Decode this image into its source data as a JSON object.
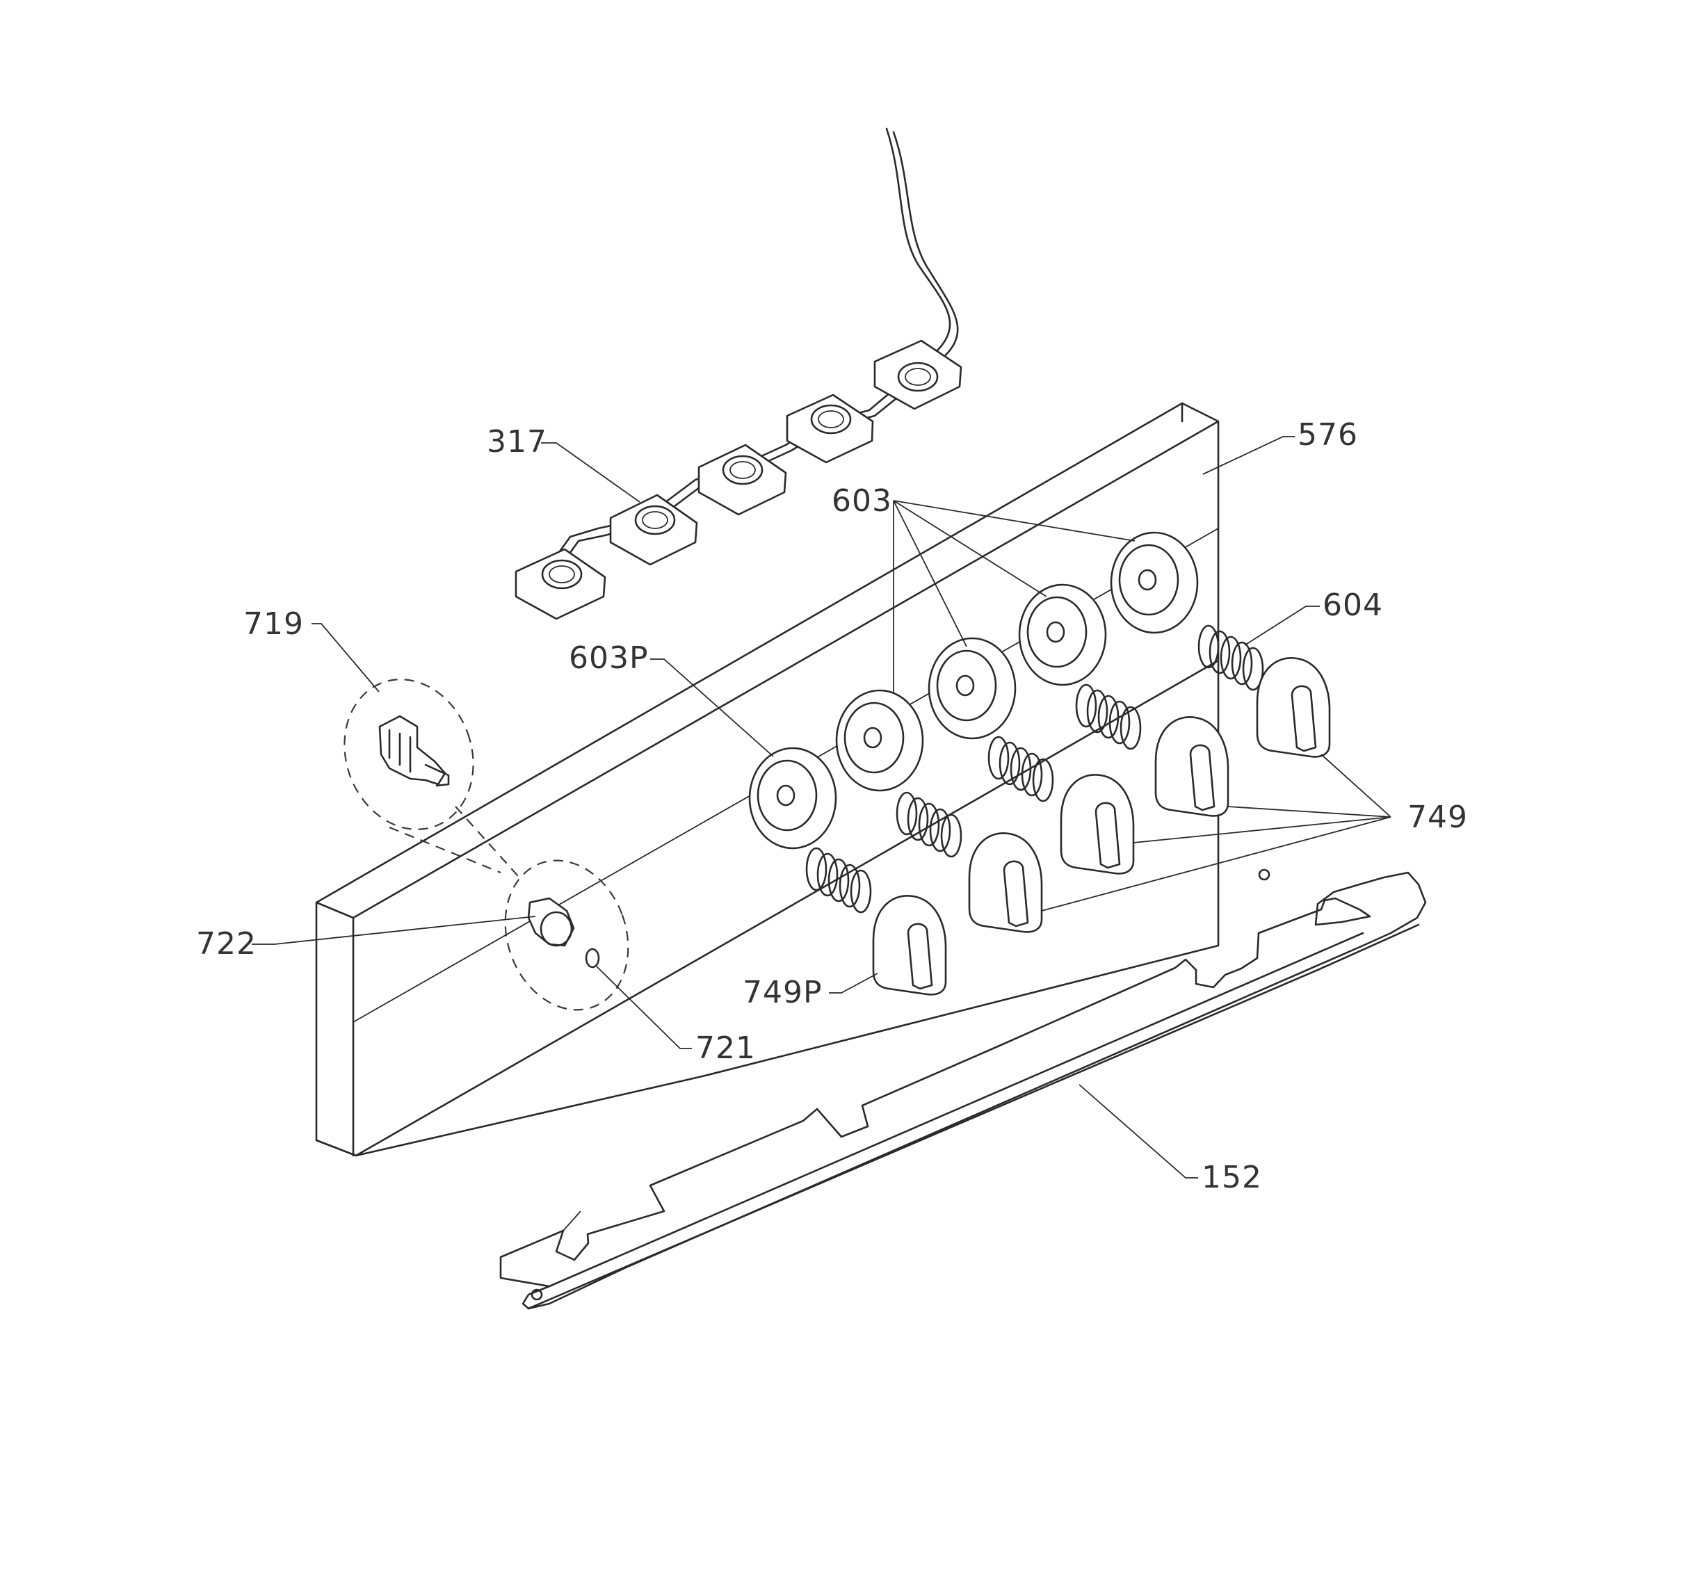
{
  "diagram": {
    "labels": {
      "l317": "317",
      "l576": "576",
      "l603": "603",
      "l604": "604",
      "l603p": "603P",
      "l719": "719",
      "l749": "749",
      "l722": "722",
      "l749p": "749P",
      "l721": "721",
      "l152": "152"
    },
    "colors": {
      "line": "#2a2a2a",
      "text": "#333333",
      "background": "#ffffff"
    }
  }
}
